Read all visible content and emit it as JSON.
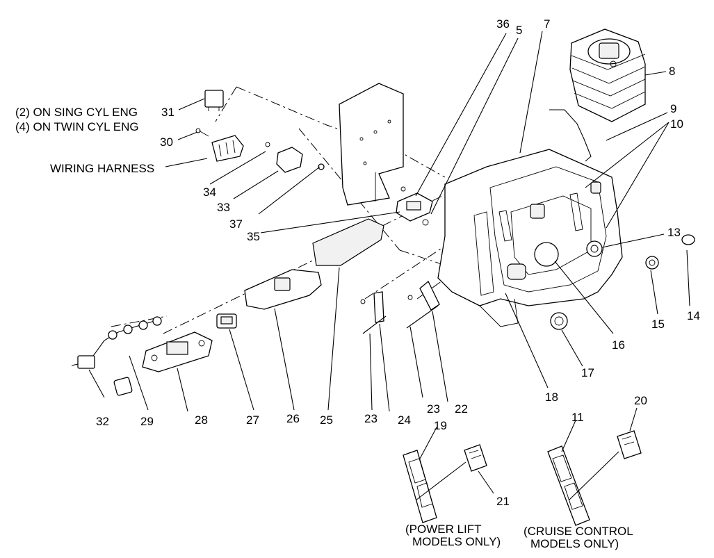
{
  "diagram": {
    "notes": [
      {
        "id": "note-sing",
        "text": "(2) ON SING CYL ENG"
      },
      {
        "id": "note-twin",
        "text": "(4) ON TWIN CYL ENG"
      },
      {
        "id": "note-harness",
        "text": "WIRING HARNESS"
      },
      {
        "id": "note-power-1",
        "text": "(POWER LIFT"
      },
      {
        "id": "note-power-2",
        "text": "MODELS ONLY)"
      },
      {
        "id": "note-cruise-1",
        "text": "(CRUISE CONTROL"
      },
      {
        "id": "note-cruise-2",
        "text": "MODELS ONLY)"
      }
    ],
    "callouts": [
      "36",
      "5",
      "7",
      "8",
      "9",
      "10",
      "31",
      "30",
      "34",
      "33",
      "37",
      "35",
      "13",
      "14",
      "15",
      "16",
      "17",
      "18",
      "32",
      "29",
      "28",
      "27",
      "26",
      "25",
      "23",
      "24",
      "23b",
      "22",
      "19",
      "21",
      "11",
      "20"
    ],
    "callout_text": {
      "36": "36",
      "5": "5",
      "7": "7",
      "8": "8",
      "9": "9",
      "10": "10",
      "31": "31",
      "30": "30",
      "34": "34",
      "33": "33",
      "37": "37",
      "35": "35",
      "13": "13",
      "14": "14",
      "15": "15",
      "16": "16",
      "17": "17",
      "18": "18",
      "32": "32",
      "29": "29",
      "28": "28",
      "27": "27",
      "26": "26",
      "25": "25",
      "23": "23",
      "24": "24",
      "23b": "23",
      "22": "22",
      "19": "19",
      "21": "21",
      "11": "11",
      "20": "20"
    }
  }
}
